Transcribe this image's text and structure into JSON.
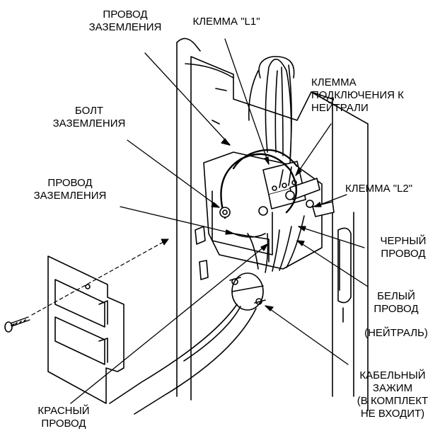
{
  "labels": {
    "ground_wire_top": [
      "ПРОВОД",
      "ЗАЗЕМЛЕНИЯ"
    ],
    "terminal_l1": [
      "КЛЕММА \"L1\""
    ],
    "neutral_terminal": [
      "КЛЕММА",
      "ПОДКЛЮЧЕНИЯ К",
      "НЕЙТРАЛИ"
    ],
    "ground_bolt": [
      "БОЛТ",
      "ЗАЗЕМЛЕНИЯ"
    ],
    "ground_wire_left": [
      "ПРОВОД",
      "ЗАЗЕМЛЕНИЯ"
    ],
    "terminal_l2": [
      "КЛЕММА \"L2\""
    ],
    "black_wire": [
      "ЧЕРНЫЙ",
      "ПРОВОД"
    ],
    "white_wire": [
      "БЕЛЫЙ",
      "ПРОВОД"
    ],
    "neutral_note": [
      "(НЕЙТРАЛЬ)"
    ],
    "cable_clamp": [
      "КАБЕЛЬНЫЙ",
      "ЗАЖИМ",
      "(В КОМПЛЕКТ",
      "НЕ ВХОДИТ)"
    ],
    "red_wire": [
      "КРАСНЫЙ",
      "ПРОВОД"
    ]
  },
  "colors": {
    "ink": "#000000",
    "background": "#ffffff",
    "panel": "#ffffff",
    "shade": "#d9d9d9"
  }
}
